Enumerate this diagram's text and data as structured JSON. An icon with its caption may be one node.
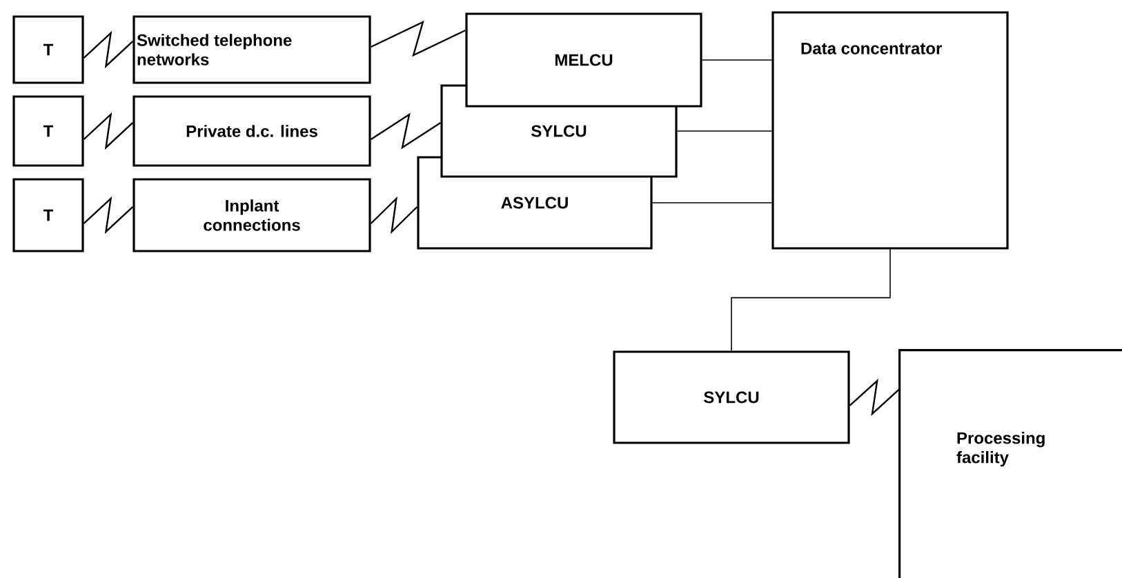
{
  "diagram": {
    "nodes": [
      {
        "text": [
          "T"
        ]
      },
      {
        "text": [
          "Switched telephone networks"
        ]
      },
      {
        "text": [
          "T"
        ]
      },
      {
        "text": [
          "Private d.c. lines"
        ]
      },
      {
        "text": [
          "T"
        ]
      },
      {
        "text": [
          "Inplant connections"
        ]
      },
      {
        "text": [
          "MELCU"
        ]
      },
      {
        "text": [
          "SYLCU"
        ]
      },
      {
        "text": [
          "ASYLCU"
        ]
      },
      {
        "text": [
          "Data concentrator"
        ]
      },
      {
        "text": [
          "SYLCU"
        ]
      },
      {
        "text": [
          "Processing facility"
        ]
      }
    ],
    "edges": [
      {
        "from": 0,
        "to": 1,
        "arrow": "none"
      },
      {
        "from": 2,
        "to": 3,
        "arrow": "none"
      },
      {
        "from": 4,
        "to": 5,
        "arrow": "none"
      },
      {
        "from": 1,
        "to": 6,
        "arrow": "none"
      },
      {
        "from": 3,
        "to": 7,
        "arrow": "none"
      },
      {
        "from": 5,
        "to": 8,
        "arrow": "none"
      },
      {
        "from": 6,
        "to": 9,
        "arrow": "none"
      },
      {
        "from": 7,
        "to": 9,
        "arrow": "none"
      },
      {
        "from": 8,
        "to": 9,
        "arrow": "none"
      },
      {
        "from": 9,
        "to": 10,
        "arrow": "none"
      },
      {
        "from": 10,
        "to": 11,
        "arrow": "none"
      }
    ]
  }
}
